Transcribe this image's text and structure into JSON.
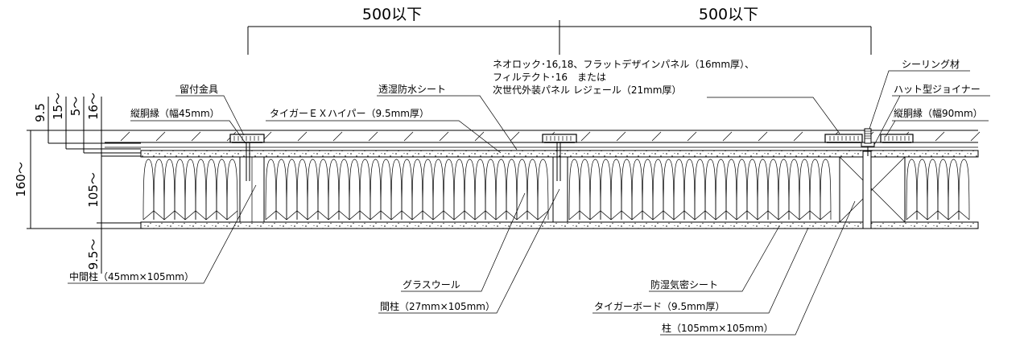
{
  "dimensions": {
    "top_left": "500以下",
    "top_right": "500以下",
    "total": "160〜",
    "d1": "9.5",
    "d2": "15〜",
    "d3": "5〜",
    "d4": "16〜",
    "insulation": "105〜",
    "bottom": "9.5〜"
  },
  "labels": {
    "fastener": "留付金具",
    "furring_45": "縦胴縁（幅45mm）",
    "tiger_ex": "タイガーＥＸハイパー（9.5mm厚）",
    "breather_sheet": "透湿防水シート",
    "panel_line1": "ネオロック･16,18、フラットデザインパネル（16mm厚）、",
    "panel_line2": "フィルテクト･16　または",
    "panel_line3": "次世代外装パネル レジェール（21mm厚）",
    "sealant": "シーリング材",
    "hat_joiner": "ハット型ジョイナー",
    "furring_90": "縦胴縁（幅90mm）",
    "mid_post": "中間柱（45mm×105mm）",
    "glass_wool": "グラスウール",
    "stud": "間柱（27mm×105mm）",
    "vapor_sheet": "防湿気密シート",
    "tiger_board": "タイガーボード（9.5mm厚）",
    "post": "柱（105mm×105mm）"
  }
}
